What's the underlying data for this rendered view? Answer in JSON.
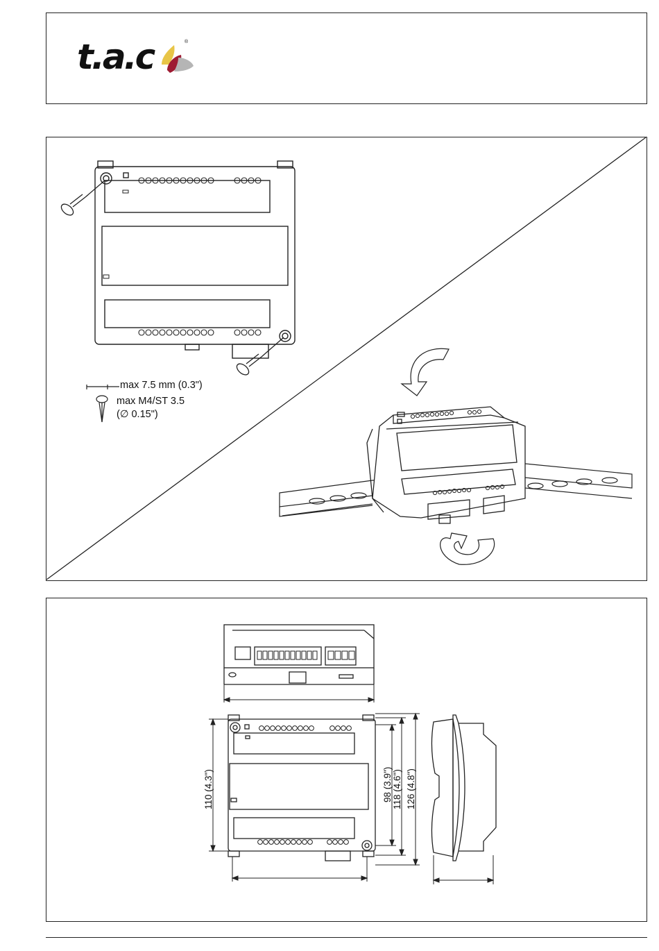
{
  "header": {
    "logo_text": "t.a.c",
    "logo_mark": "®",
    "logo_colors": {
      "yellow": "#E8C547",
      "red": "#9E1B32",
      "gray": "#B5B5B5"
    }
  },
  "mounting": {
    "screw_length": "max 7.5 mm (0.3\")",
    "screw_size": "max M4/ST 3.5",
    "screw_diameter": "(∅ 0.15\")",
    "rail_step_icons": [
      "arrow-down-icon",
      "arrow-hook-icon"
    ]
  },
  "dimensions": {
    "height_a": "110 (4.3\")",
    "height_b": "98 (3.9\")",
    "height_c": "118 (4.6\")",
    "height_d": "126 (4.8\")"
  }
}
